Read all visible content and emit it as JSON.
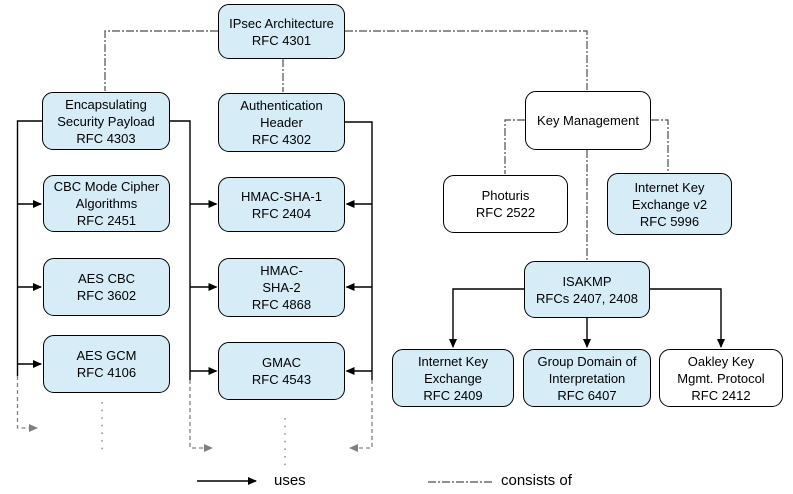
{
  "nodes": {
    "ipsec": {
      "label": "IPsec Architecture",
      "rfc": "RFC 4301"
    },
    "esp": {
      "label": "Encapsulating\nSecurity Payload",
      "rfc": "RFC 4303"
    },
    "cbc": {
      "label": "CBC Mode Cipher\nAlgorithms",
      "rfc": "RFC 2451"
    },
    "aescbc": {
      "label": "AES CBC",
      "rfc": "RFC 3602"
    },
    "aesgcm": {
      "label": "AES GCM",
      "rfc": "RFC 4106"
    },
    "ah": {
      "label": "Authentication\nHeader",
      "rfc": "RFC 4302"
    },
    "hmacsha1": {
      "label": "HMAC-SHA-1",
      "rfc": "RFC 2404"
    },
    "hmacsha2": {
      "label": "HMAC-\nSHA-2",
      "rfc": "RFC 4868"
    },
    "gmac": {
      "label": "GMAC",
      "rfc": "RFC 4543"
    },
    "km": {
      "label": "Key Management"
    },
    "photuris": {
      "label": "Photuris",
      "rfc": "RFC 2522"
    },
    "ikev2": {
      "label": "Internet Key\nExchange v2",
      "rfc": "RFC 5996"
    },
    "isakmp": {
      "label": "ISAKMP",
      "rfc": "RFCs 2407, 2408"
    },
    "ike": {
      "label": "Internet Key\nExchange",
      "rfc": "RFC 2409"
    },
    "gdoi": {
      "label": "Group Domain of\nInterpretation",
      "rfc": "RFC 6407"
    },
    "oakley": {
      "label": "Oakley Key\nMgmt. Protocol",
      "rfc": "RFC 2412"
    }
  },
  "legend": {
    "uses_label": "uses",
    "consists_of_label": "consists of"
  },
  "colors": {
    "node_fill_blue": "#d6edf8",
    "node_fill_white": "#ffffff",
    "node_border": "#000000",
    "solid_edge": "#000000",
    "dashdot_edge": "#4d4d4d",
    "continuation_edge": "#808080"
  }
}
